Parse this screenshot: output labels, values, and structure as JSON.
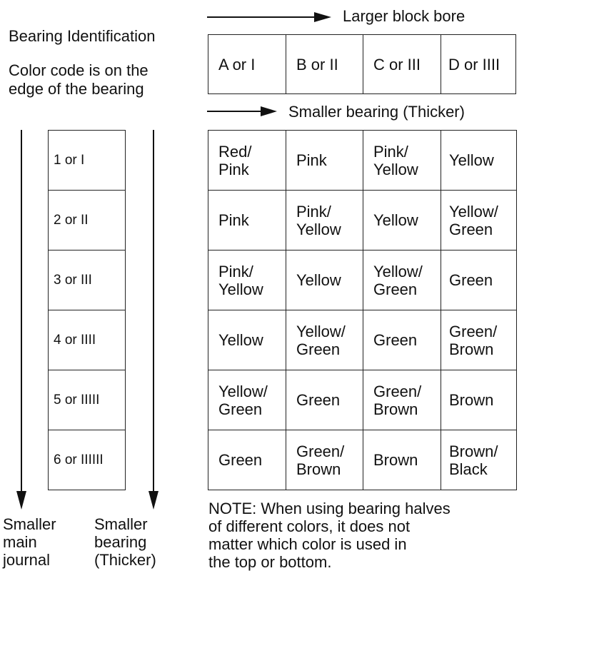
{
  "title": "Bearing Identification",
  "subtitle": "Color code is on the\nedge of the bearing",
  "block_bore_arrow_label": "Larger block bore",
  "bearing_arrow_label_top": "Smaller bearing (Thicker)",
  "block_bore_grades": [
    "A or I",
    "B or II",
    "C or III",
    "D or IIII"
  ],
  "journal_grades": [
    "1 or I",
    "2 or II",
    "3 or III",
    "4 or IIII",
    "5 or IIIII",
    "6 or IIIIII"
  ],
  "color_rows": [
    [
      "Red/\nPink",
      "Pink",
      "Pink/\nYellow",
      "Yellow"
    ],
    [
      "Pink",
      "Pink/\nYellow",
      "Yellow",
      "Yellow/\nGreen"
    ],
    [
      "Pink/\nYellow",
      "Yellow",
      "Yellow/\nGreen",
      "Green"
    ],
    [
      "Yellow",
      "Yellow/\nGreen",
      "Green",
      "Green/\nBrown"
    ],
    [
      "Yellow/\nGreen",
      "Green",
      "Green/\nBrown",
      "Brown"
    ],
    [
      "Green",
      "Green/\nBrown",
      "Brown",
      "Brown/\nBlack"
    ]
  ],
  "left_arrow_label": "Smaller\nmain\njournal",
  "middle_arrow_label": "Smaller\nbearing\n(Thicker)",
  "note": "NOTE: When using bearing halves\nof different colors, it does not\nmatter which color is used in\nthe top or bottom."
}
